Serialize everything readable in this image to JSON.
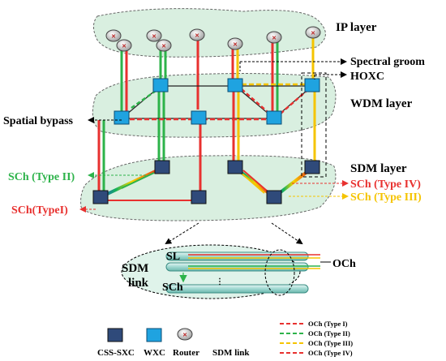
{
  "labels": {
    "ip_layer": "IP layer",
    "spectral_groom": "Spectral groom",
    "hoxc": "HOXC",
    "wdm_layer": "WDM layer",
    "spatial_bypass": "Spatial bypass",
    "sdm_layer": "SDM layer",
    "sch_type2": "SCh (Type II)",
    "sch_type1": "SCh(TypeI)",
    "sch_type4": "SCh (Type IV)",
    "sch_type3": "SCh (Type III)",
    "sdm_link": "SDM",
    "sdm_link2": "link",
    "sl": "SL",
    "sch": "SCh",
    "och": "OCh",
    "dots": "⋮"
  },
  "legend": {
    "css_sxc": "CSS-SXC",
    "wxc": "WXC",
    "router": "Router",
    "sdm_link": "SDM link",
    "och_type1": "OCh (Type I)",
    "och_type2": "OCh (Type II)",
    "och_type3": "OCh (Type III)",
    "och_type4": "OCh (Type IV)"
  },
  "colors": {
    "green": "#2db34a",
    "red": "#e8312f",
    "yellow": "#f5c400",
    "orange": "#f08a1c",
    "plane_fill": "#d9efe0",
    "sxc": "#2f4a7a",
    "wxc": "#1fa3e0"
  }
}
